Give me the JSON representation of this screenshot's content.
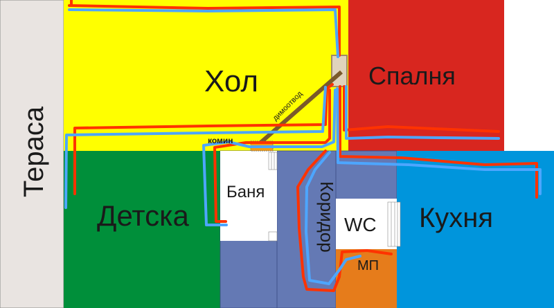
{
  "rooms": {
    "terasa": "Тераса",
    "hol": "Хол",
    "spalnia": "Спалня",
    "detska": "Детска",
    "banya": "Баня",
    "koridor": "Коридор",
    "wc": "WC",
    "kuhnia": "Кухня",
    "mp": "МП"
  },
  "labels": {
    "chimney_pipe": "димоотвод",
    "fireplace": "комин"
  },
  "colors": {
    "terasa": "#e9e4e1",
    "hol": "#ffff00",
    "spalnia": "#d8261f",
    "detska": "#008f3a",
    "banya": "#ffffff",
    "koridor": "#6479b4",
    "kuhnia": "#0095dc",
    "mp": "#e67c1b",
    "fireplace": "#f39c12",
    "chimney": "#7a5a2b",
    "hot_pipe": "#ff3300",
    "cold_pipe": "#4da6ff"
  }
}
